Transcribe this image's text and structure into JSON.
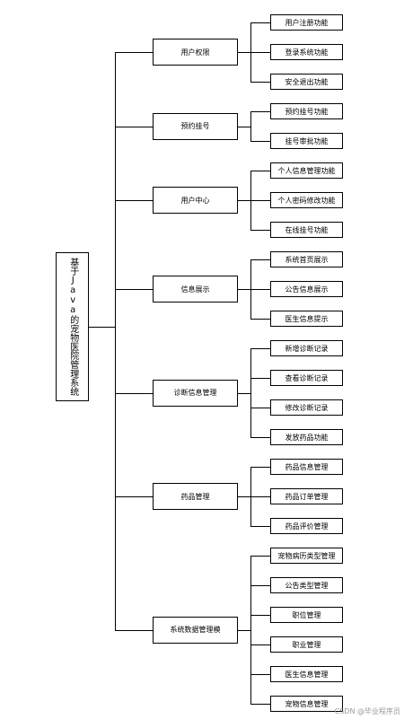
{
  "root": "基于Java的宠物医院管理系统",
  "modules": [
    {
      "label": "用户权限",
      "children": [
        "用户注册功能",
        "登录系统功能",
        "安全退出功能"
      ]
    },
    {
      "label": "预约挂号",
      "children": [
        "预约挂号功能",
        "挂号审批功能"
      ]
    },
    {
      "label": "用户中心",
      "children": [
        "个人信息管理功能",
        "个人密码修改功能",
        "在线挂号功能"
      ]
    },
    {
      "label": "信息展示",
      "children": [
        "系统首页展示",
        "公告信息展示",
        "医生信息提示"
      ]
    },
    {
      "label": "诊断信息管理",
      "children": [
        "新增诊断记录",
        "查看诊断记录",
        "修改诊断记录",
        "发放药品功能"
      ]
    },
    {
      "label": "药品管理",
      "children": [
        "药品信息管理",
        "药品订单管理",
        "药品评价管理"
      ]
    },
    {
      "label": "系统数据管理模",
      "children": [
        "宠物病历类型管理",
        "公告类型管理",
        "职位管理",
        "职业管理",
        "医生信息管理",
        "宠物信息管理"
      ]
    }
  ],
  "watermark": "CSDN @毕业程序员"
}
